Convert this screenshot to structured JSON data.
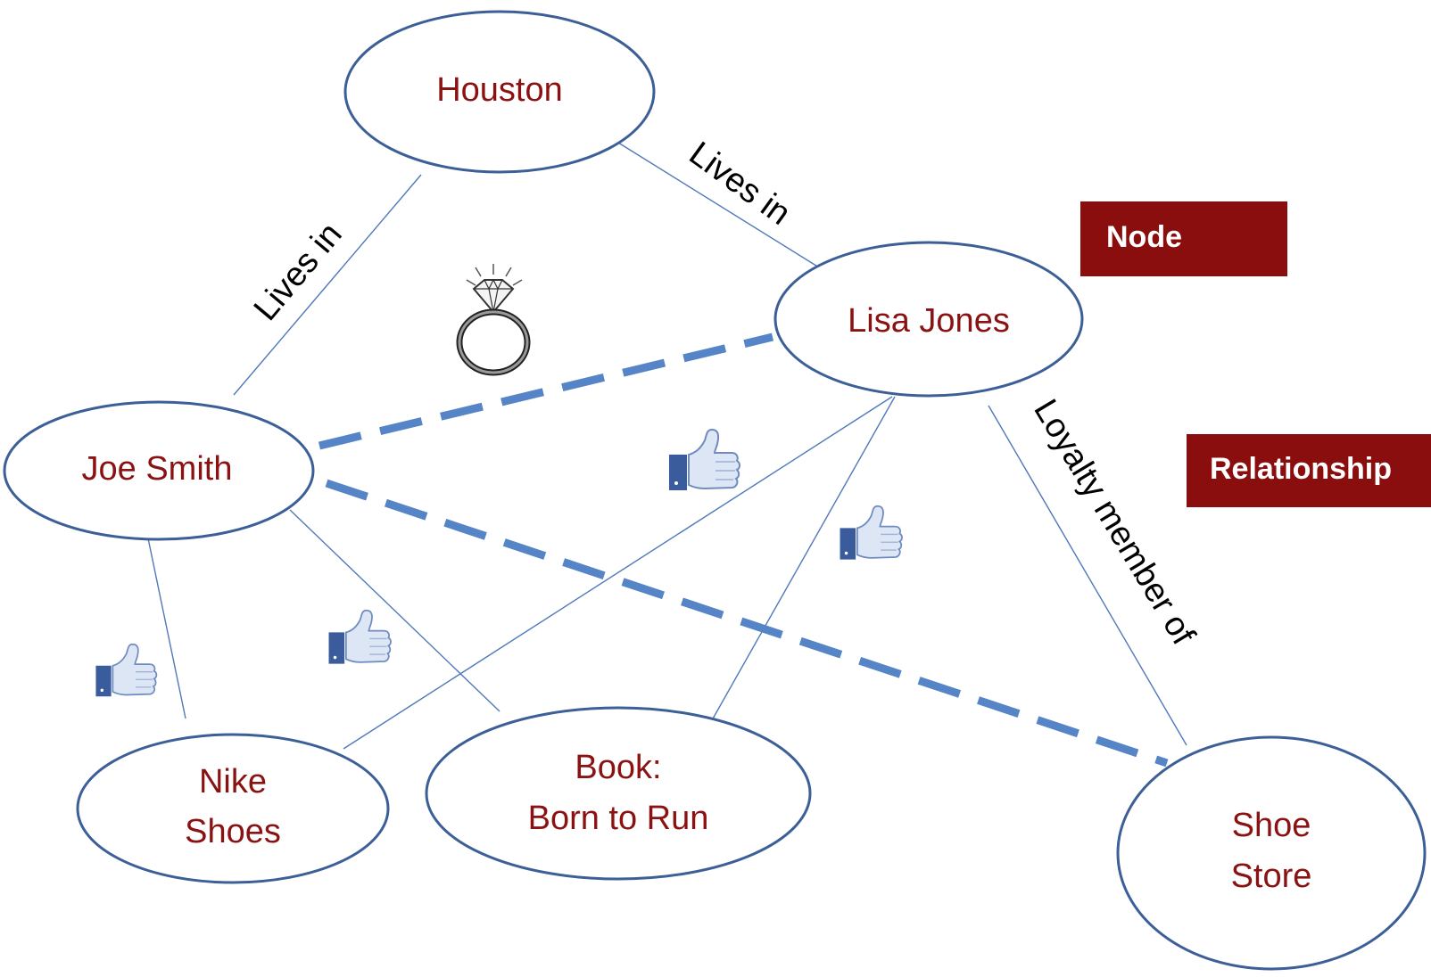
{
  "nodes": {
    "houston": {
      "lines": [
        "Houston"
      ]
    },
    "lisa_jones": {
      "lines": [
        "Lisa Jones"
      ]
    },
    "joe_smith": {
      "lines": [
        "Joe Smith"
      ]
    },
    "nike_shoes": {
      "lines": [
        "Nike",
        "Shoes"
      ]
    },
    "book": {
      "lines": [
        "Book:",
        "Born to Run"
      ]
    },
    "shoe_store": {
      "lines": [
        "Shoe",
        "Store"
      ]
    }
  },
  "edge_labels": {
    "joe_lives_in": "Lives in",
    "lisa_lives_in": "Lives in",
    "loyalty_member_of": "Loyalty member of"
  },
  "legend": {
    "node": "Node",
    "relationship": "Relationship"
  },
  "icons": {
    "marriage": "diamond-ring-icon",
    "like": "thumbs-up-icon"
  },
  "colors": {
    "node_stroke": "#3c5f98",
    "node_text": "#8b1212",
    "relationship_line": "#4f79b9",
    "dashed_relationship": "#5584c7",
    "legend_fill": "#8b0e0e"
  }
}
